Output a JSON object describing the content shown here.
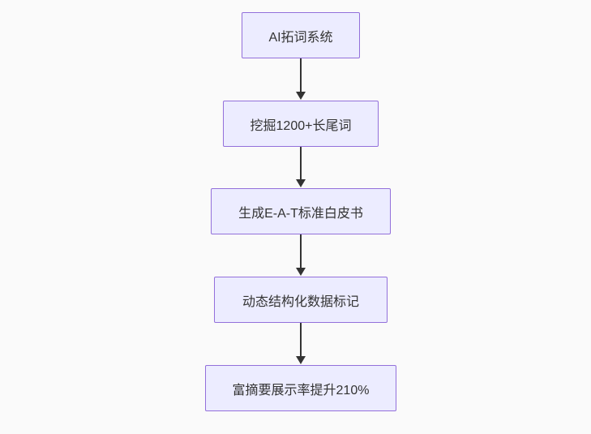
{
  "diagram": {
    "type": "flowchart",
    "direction": "top-down",
    "nodes": [
      {
        "label": "AI拓词系统"
      },
      {
        "label": "挖掘1200+长尾词"
      },
      {
        "label": "生成E-A-T标准白皮书"
      },
      {
        "label": "动态结构化数据标记"
      },
      {
        "label": "富摘要展示率提升210%"
      }
    ],
    "edges": [
      {
        "from": 0,
        "to": 1,
        "style": "arrow-down"
      },
      {
        "from": 1,
        "to": 2,
        "style": "arrow-down"
      },
      {
        "from": 2,
        "to": 3,
        "style": "arrow-down"
      },
      {
        "from": 3,
        "to": 4,
        "style": "arrow-down"
      }
    ]
  },
  "colors": {
    "background": "#fafafa",
    "node_fill": "#ececff",
    "node_border": "#9370db",
    "node_text": "#333333",
    "edge_color": "#333333"
  }
}
